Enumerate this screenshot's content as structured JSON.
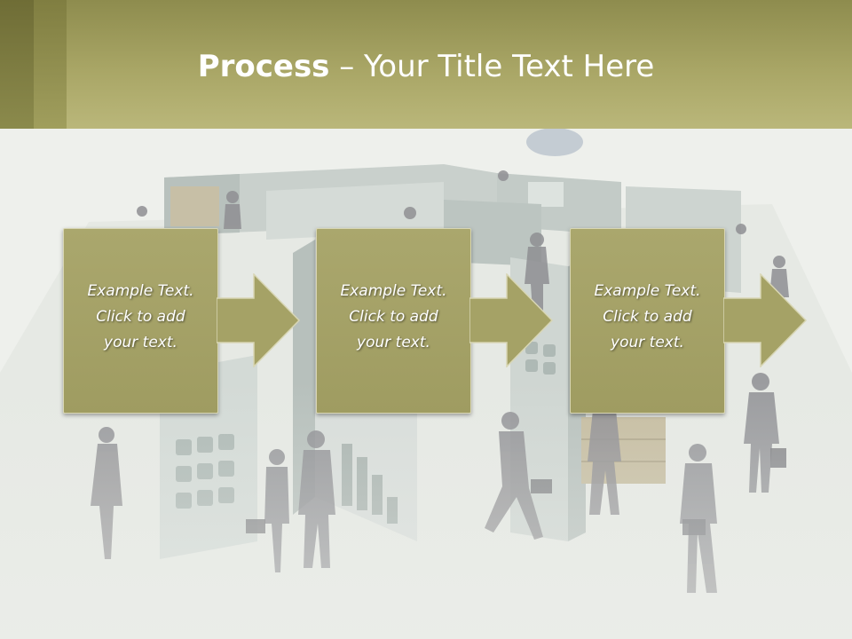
{
  "header": {
    "title_bold": "Process",
    "title_rest": " – Your Title Text Here"
  },
  "colors": {
    "header": "#a9a666",
    "box": "#a5a266",
    "background": "#eef0ec"
  },
  "steps": [
    {
      "text": "Example Text.\nClick  to add\nyour text."
    },
    {
      "text": "Example Text.\nClick  to add\nyour text."
    },
    {
      "text": "Example Text.\nClick  to add\nyour text."
    }
  ]
}
